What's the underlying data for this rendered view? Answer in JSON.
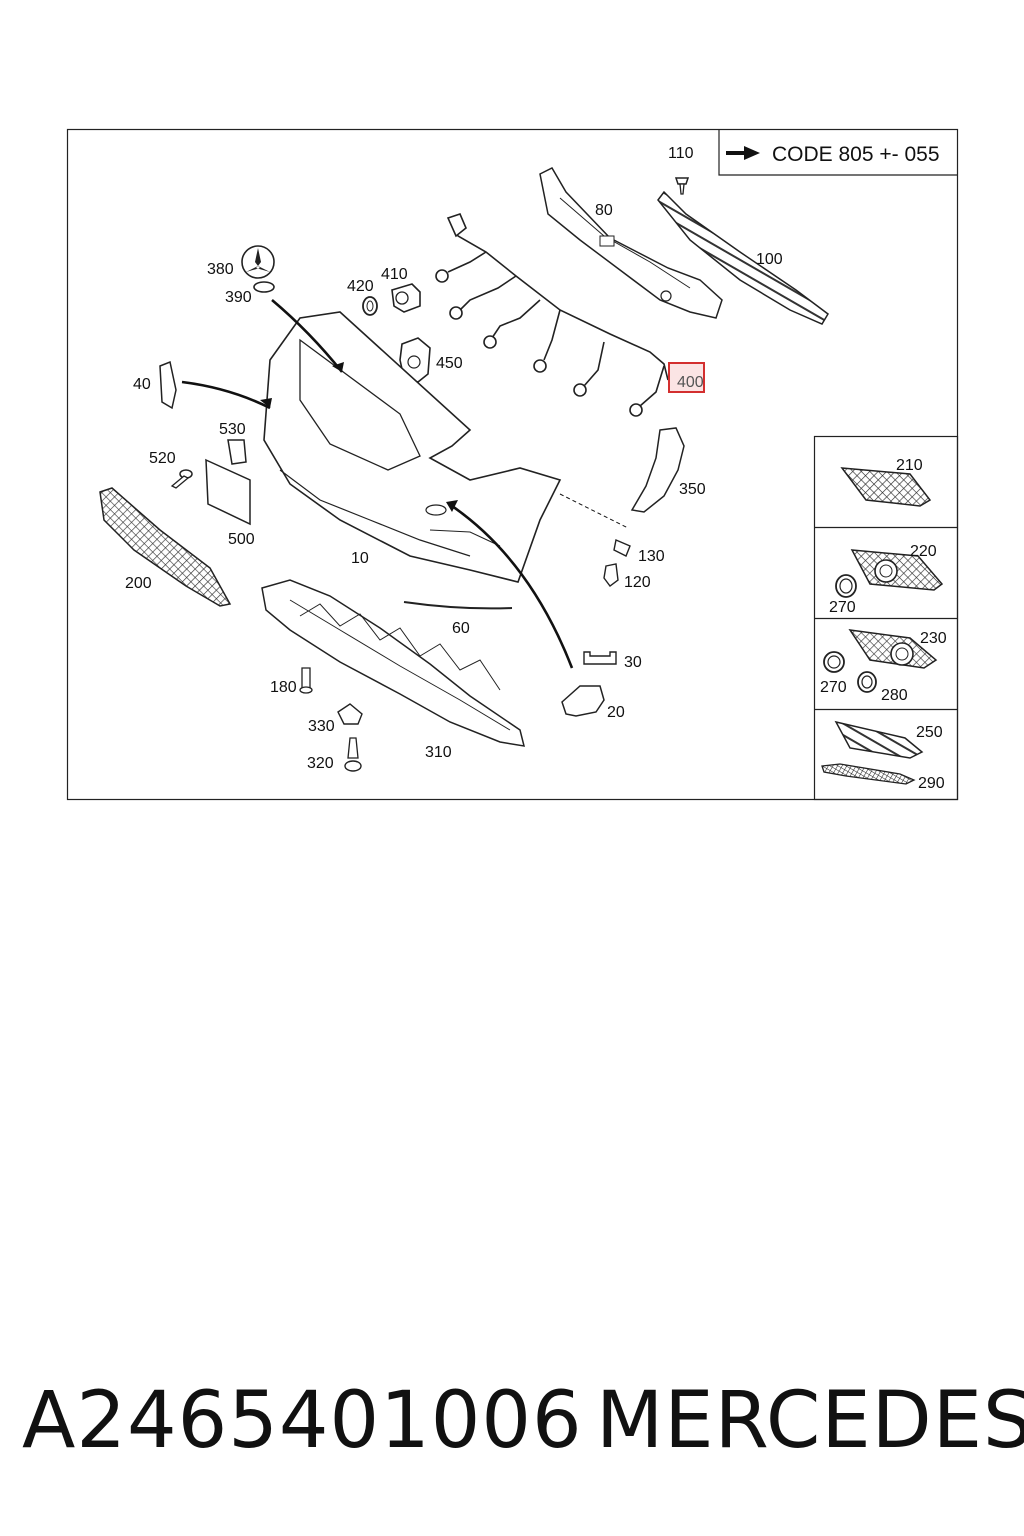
{
  "code_box": {
    "text": "CODE 805 +- 055"
  },
  "highlight_color": "#d32f2f",
  "labels": {
    "l110": "110",
    "l80": "80",
    "l100": "100",
    "l380": "380",
    "l390": "390",
    "l420": "420",
    "l410": "410",
    "l450": "450",
    "l400": "400",
    "l40": "40",
    "l530": "530",
    "l520": "520",
    "l500": "500",
    "l350": "350",
    "l10": "10",
    "l130": "130",
    "l120": "120",
    "l200": "200",
    "l60": "60",
    "l30": "30",
    "l180": "180",
    "l330": "330",
    "l20": "20",
    "l310": "310",
    "l320": "320"
  },
  "inset_labels": {
    "l210": "210",
    "l220": "220",
    "l270a": "270",
    "l230": "230",
    "l270b": "270",
    "l280": "280",
    "l250": "250",
    "l290": "290"
  },
  "footer": {
    "part_number": "A2465401006",
    "brand": "MERCEDES"
  }
}
